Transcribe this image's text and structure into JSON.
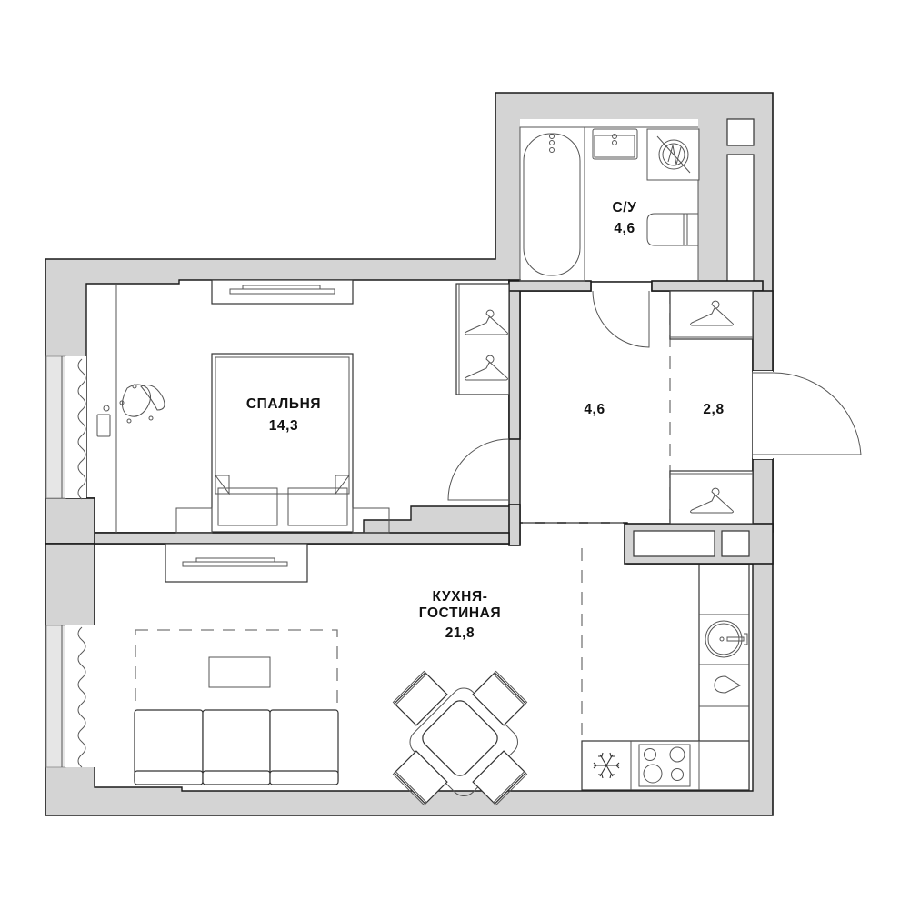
{
  "plan": {
    "rooms": [
      {
        "id": "bathroom",
        "name": "С/У",
        "area": "4,6"
      },
      {
        "id": "bedroom",
        "name": "СПАЛЬНЯ",
        "area": "14,3"
      },
      {
        "id": "hallway",
        "name": "",
        "area": "4,6"
      },
      {
        "id": "entrance",
        "name": "",
        "area": "2,8"
      },
      {
        "id": "kitchen-living",
        "name_line1": "КУХНЯ-",
        "name_line2": "ГОСТИНАЯ",
        "area": "21,8"
      }
    ],
    "colors": {
      "wall": "#d4d4d4",
      "outline": "#1a1a1a",
      "background": "#ffffff"
    }
  }
}
